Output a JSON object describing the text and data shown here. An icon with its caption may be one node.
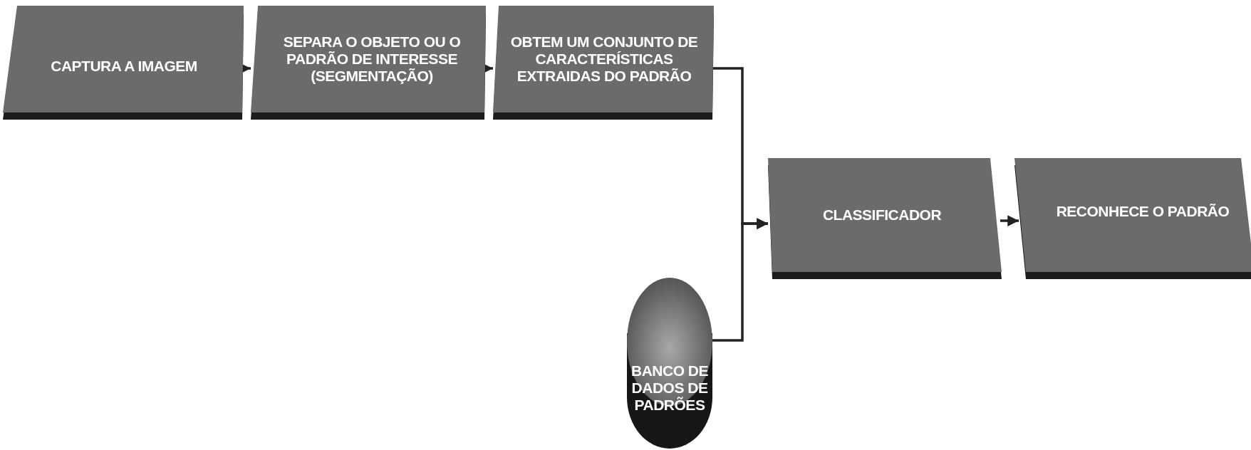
{
  "diagram": {
    "nodes": [
      {
        "text": [
          "CAPTURA A IMAGEM"
        ]
      },
      {
        "text": [
          "SEPARA O OBJETO OU  O PADRÃO DE INTERESSE (SEGMENTAÇÃO)"
        ]
      },
      {
        "text": [
          "OBTEM UM CONJUNTO DE CARACTERÍSTICAS EXTRAIDAS DO PADRÃO"
        ]
      },
      {
        "text": [
          "CLASSIFICADOR"
        ]
      },
      {
        "text": [
          "RECONHECE O PADRÃO"
        ]
      },
      {
        "text": [
          "BANCO DE DADOS DE PADRÕES"
        ]
      }
    ],
    "edges": [
      {
        "from": 0,
        "to": 1,
        "arrow": "to"
      },
      {
        "from": 1,
        "to": 2,
        "arrow": "to"
      },
      {
        "from": 2,
        "to": 3,
        "arrow": "to"
      },
      {
        "from": 5,
        "to": 3,
        "arrow": "to"
      },
      {
        "from": 3,
        "to": 4,
        "arrow": "to"
      }
    ]
  }
}
